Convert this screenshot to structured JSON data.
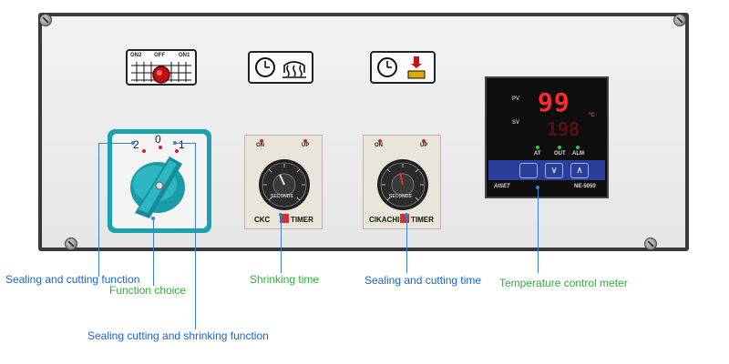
{
  "panel": {
    "switch_box": {
      "on2": "ON2",
      "off": "OFF",
      "on1": "ON1"
    },
    "selector": {
      "pos_2": "2",
      "pos_0": "0",
      "pos_1": "1"
    },
    "timer_left": {
      "on": "ON",
      "up": "UP",
      "brand": "CKC",
      "model": "TIMER",
      "dial_text": "SECONDS"
    },
    "timer_right": {
      "on": "ON",
      "up": "UP",
      "brand": "CIKACHI",
      "model": "TIMER",
      "dial_text": "SECONDS"
    },
    "controller": {
      "pv_label": "PV",
      "sv_label": "SV",
      "pv_value": "99",
      "sv_value": "198",
      "unit": "°C",
      "at": "AT",
      "out": "OUT",
      "alm": "ALM",
      "brand": "AISET",
      "model": "NE-5050"
    }
  },
  "labels": {
    "sealing_cutting_function": "Sealing and cutting function",
    "function_choice": "Function choice",
    "sealing_cutting_shrinking": "Sealing cutting and shrinking function",
    "shrinking_time": "Shrinking time",
    "sealing_cutting_time": "Sealing and cutting time",
    "temperature_meter": "Temperature control meter"
  },
  "colors": {
    "blue_label": "#1a63c9",
    "green_label": "#2fae3a",
    "knob_teal": "#1a9ba8",
    "display_red": "#ff2a2a",
    "controller_blue": "#2a3f9a"
  },
  "icons": [
    "power-switch-icon",
    "clock-icon",
    "heat-shrink-icon",
    "seal-cut-icon"
  ]
}
